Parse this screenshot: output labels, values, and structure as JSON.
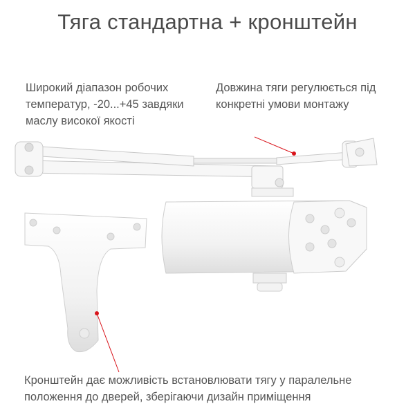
{
  "title": "Тяга стандартна + кронштейн",
  "notes": {
    "temperature": "Широкий діапазон робочих температур, -20...+45 завдяки маслу високої якості",
    "arm_length": "Довжина тяги регулюється під конкретні умови монтажу",
    "bracket": "Кронштейн дає можливість встановлювати тягу у паралельне положення до дверей, зберігаючи дизайн приміщення"
  },
  "colors": {
    "accent": "#d9141b",
    "product": "#f4f4f4",
    "outline": "#cfcfcf"
  }
}
